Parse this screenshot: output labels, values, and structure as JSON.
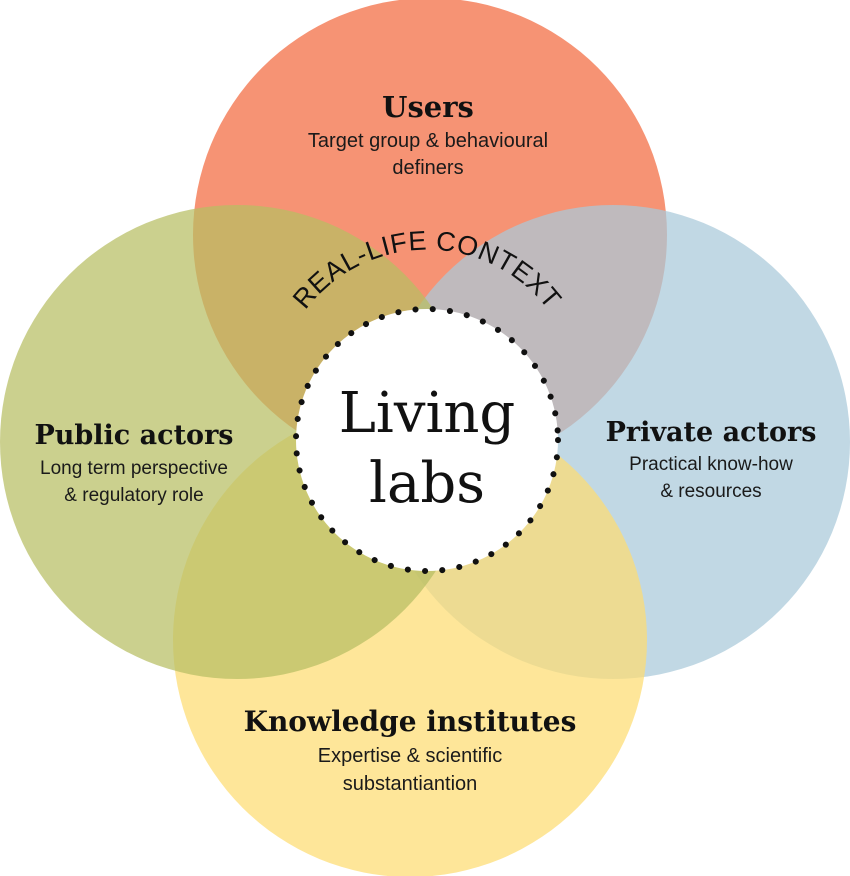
{
  "colors": {
    "users": "#f47b56",
    "private": "#a9c9d9",
    "knowledge": "#fddc72",
    "public": "#b7be63",
    "center_fill": "#ffffff",
    "dots": "#111111"
  },
  "users": {
    "title": "Users",
    "line1": "Target group & behavioural",
    "line2": "definers"
  },
  "public_actors": {
    "title": "Public actors",
    "line1": "Long term perspective",
    "line2": "& regulatory role"
  },
  "private_actors": {
    "title": "Private actors",
    "line1": "Practical know-how",
    "line2": "& resources"
  },
  "knowledge_institutes": {
    "title": "Knowledge institutes",
    "line1": "Expertise & scientific",
    "line2": "substantiantion"
  },
  "center": {
    "line1": "Living",
    "line2": "labs",
    "arc_label": "REAL-LIFE CONTEXT"
  }
}
